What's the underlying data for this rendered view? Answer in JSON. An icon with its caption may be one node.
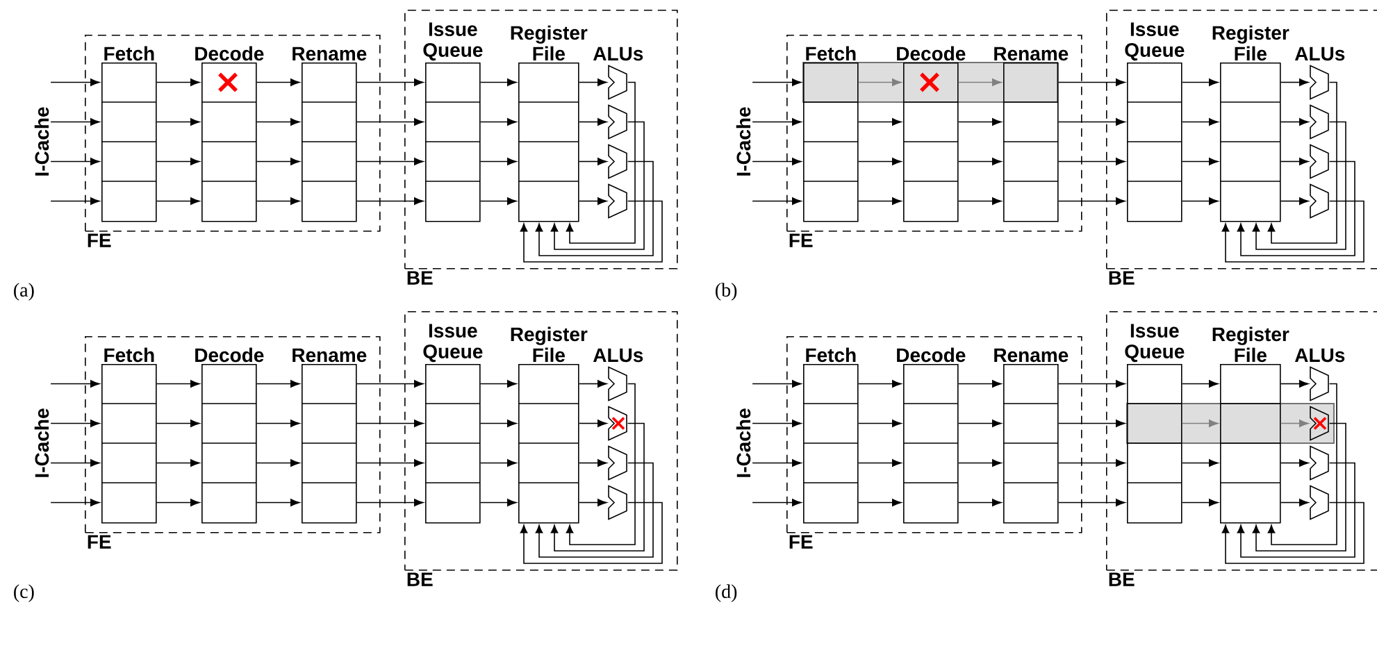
{
  "diagram": {
    "nodes": [
      {
        "text": [
          "I-Cache"
        ]
      },
      {
        "text": [
          "FE"
        ]
      },
      {
        "text": [
          "Fetch"
        ],
        "in": 1
      },
      {
        "text": [
          "Decode"
        ],
        "in": 1
      },
      {
        "text": [
          "Rename"
        ],
        "in": 1
      },
      {
        "text": [
          "BE"
        ]
      },
      {
        "text": [
          "Issue Queue"
        ],
        "in": 5
      },
      {
        "text": [
          "Register File"
        ],
        "in": 5
      },
      {
        "text": [
          "ALUs"
        ],
        "in": 5
      },
      {
        "text": [
          "I-Cache"
        ]
      },
      {
        "text": [
          "FE"
        ]
      },
      {
        "text": [
          "Fetch"
        ],
        "in": 10
      },
      {
        "text": [
          "Decode"
        ],
        "in": 10
      },
      {
        "text": [
          "Rename"
        ],
        "in": 10
      },
      {
        "text": [
          "BE"
        ]
      },
      {
        "text": [
          "Issue Queue"
        ],
        "in": 14
      },
      {
        "text": [
          "Register File"
        ],
        "in": 14
      },
      {
        "text": [
          "ALUs"
        ],
        "in": 14
      },
      {
        "text": [
          "I-Cache"
        ]
      },
      {
        "text": [
          "FE"
        ]
      },
      {
        "text": [
          "Fetch"
        ],
        "in": 19
      },
      {
        "text": [
          "Decode"
        ],
        "in": 19
      },
      {
        "text": [
          "Rename"
        ],
        "in": 19
      },
      {
        "text": [
          "BE"
        ]
      },
      {
        "text": [
          "Issue Queue"
        ],
        "in": 23
      },
      {
        "text": [
          "Register File"
        ],
        "in": 23
      },
      {
        "text": [
          "ALUs"
        ],
        "in": 23
      },
      {
        "text": [
          "I-Cache"
        ]
      },
      {
        "text": [
          "FE"
        ]
      },
      {
        "text": [
          "Fetch"
        ],
        "in": 28
      },
      {
        "text": [
          "Decode"
        ],
        "in": 28
      },
      {
        "text": [
          "Rename"
        ],
        "in": 28
      },
      {
        "text": [
          "BE"
        ]
      },
      {
        "text": [
          "Issue Queue"
        ],
        "in": 32
      },
      {
        "text": [
          "Register File"
        ],
        "in": 32
      },
      {
        "text": [
          "ALUs"
        ],
        "in": 32
      }
    ],
    "edges": [
      {
        "from": 0,
        "to": 2,
        "arrow": "to"
      },
      {
        "from": 0,
        "to": 2,
        "arrow": "to"
      },
      {
        "from": 0,
        "to": 2,
        "arrow": "to"
      },
      {
        "from": 0,
        "to": 2,
        "arrow": "to"
      },
      {
        "from": 2,
        "to": 3,
        "arrow": "to"
      },
      {
        "from": 2,
        "to": 3,
        "arrow": "to"
      },
      {
        "from": 2,
        "to": 3,
        "arrow": "to"
      },
      {
        "from": 2,
        "to": 3,
        "arrow": "to"
      },
      {
        "from": 3,
        "to": 4,
        "arrow": "to"
      },
      {
        "from": 3,
        "to": 4,
        "arrow": "to"
      },
      {
        "from": 3,
        "to": 4,
        "arrow": "to"
      },
      {
        "from": 3,
        "to": 4,
        "arrow": "to"
      },
      {
        "from": 4,
        "to": 6,
        "arrow": "to"
      },
      {
        "from": 4,
        "to": 6,
        "arrow": "to"
      },
      {
        "from": 4,
        "to": 6,
        "arrow": "to"
      },
      {
        "from": 4,
        "to": 6,
        "arrow": "to"
      },
      {
        "from": 6,
        "to": 7,
        "arrow": "to"
      },
      {
        "from": 6,
        "to": 7,
        "arrow": "to"
      },
      {
        "from": 6,
        "to": 7,
        "arrow": "to"
      },
      {
        "from": 6,
        "to": 7,
        "arrow": "to"
      },
      {
        "from": 7,
        "to": 8,
        "arrow": "to"
      },
      {
        "from": 7,
        "to": 8,
        "arrow": "to"
      },
      {
        "from": 7,
        "to": 8,
        "arrow": "to"
      },
      {
        "from": 7,
        "to": 8,
        "arrow": "to"
      },
      {
        "from": 8,
        "to": 7,
        "arrow": "to"
      },
      {
        "from": 8,
        "to": 7,
        "arrow": "to"
      },
      {
        "from": 8,
        "to": 7,
        "arrow": "to"
      },
      {
        "from": 8,
        "to": 7,
        "arrow": "to"
      },
      {
        "from": 9,
        "to": 11,
        "arrow": "to"
      },
      {
        "from": 9,
        "to": 11,
        "arrow": "to"
      },
      {
        "from": 9,
        "to": 11,
        "arrow": "to"
      },
      {
        "from": 9,
        "to": 11,
        "arrow": "to"
      },
      {
        "from": 11,
        "to": 12,
        "arrow": "to",
        "color": "#808080"
      },
      {
        "from": 11,
        "to": 12,
        "arrow": "to"
      },
      {
        "from": 11,
        "to": 12,
        "arrow": "to"
      },
      {
        "from": 11,
        "to": 12,
        "arrow": "to"
      },
      {
        "from": 12,
        "to": 13,
        "arrow": "to",
        "color": "#808080"
      },
      {
        "from": 12,
        "to": 13,
        "arrow": "to"
      },
      {
        "from": 12,
        "to": 13,
        "arrow": "to"
      },
      {
        "from": 12,
        "to": 13,
        "arrow": "to"
      },
      {
        "from": 13,
        "to": 15,
        "arrow": "to"
      },
      {
        "from": 13,
        "to": 15,
        "arrow": "to"
      },
      {
        "from": 13,
        "to": 15,
        "arrow": "to"
      },
      {
        "from": 13,
        "to": 15,
        "arrow": "to"
      },
      {
        "from": 15,
        "to": 16,
        "arrow": "to"
      },
      {
        "from": 15,
        "to": 16,
        "arrow": "to"
      },
      {
        "from": 15,
        "to": 16,
        "arrow": "to"
      },
      {
        "from": 15,
        "to": 16,
        "arrow": "to"
      },
      {
        "from": 16,
        "to": 17,
        "arrow": "to"
      },
      {
        "from": 16,
        "to": 17,
        "arrow": "to"
      },
      {
        "from": 16,
        "to": 17,
        "arrow": "to"
      },
      {
        "from": 16,
        "to": 17,
        "arrow": "to"
      },
      {
        "from": 17,
        "to": 16,
        "arrow": "to"
      },
      {
        "from": 17,
        "to": 16,
        "arrow": "to"
      },
      {
        "from": 17,
        "to": 16,
        "arrow": "to"
      },
      {
        "from": 17,
        "to": 16,
        "arrow": "to"
      },
      {
        "from": 18,
        "to": 20,
        "arrow": "to"
      },
      {
        "from": 18,
        "to": 20,
        "arrow": "to"
      },
      {
        "from": 18,
        "to": 20,
        "arrow": "to"
      },
      {
        "from": 18,
        "to": 20,
        "arrow": "to"
      },
      {
        "from": 20,
        "to": 21,
        "arrow": "to"
      },
      {
        "from": 20,
        "to": 21,
        "arrow": "to"
      },
      {
        "from": 20,
        "to": 21,
        "arrow": "to"
      },
      {
        "from": 20,
        "to": 21,
        "arrow": "to"
      },
      {
        "from": 21,
        "to": 22,
        "arrow": "to"
      },
      {
        "from": 21,
        "to": 22,
        "arrow": "to"
      },
      {
        "from": 21,
        "to": 22,
        "arrow": "to"
      },
      {
        "from": 21,
        "to": 22,
        "arrow": "to"
      },
      {
        "from": 22,
        "to": 24,
        "arrow": "to"
      },
      {
        "from": 22,
        "to": 24,
        "arrow": "to"
      },
      {
        "from": 22,
        "to": 24,
        "arrow": "to"
      },
      {
        "from": 22,
        "to": 24,
        "arrow": "to"
      },
      {
        "from": 24,
        "to": 25,
        "arrow": "to"
      },
      {
        "from": 24,
        "to": 25,
        "arrow": "to"
      },
      {
        "from": 24,
        "to": 25,
        "arrow": "to"
      },
      {
        "from": 24,
        "to": 25,
        "arrow": "to"
      },
      {
        "from": 25,
        "to": 26,
        "arrow": "to"
      },
      {
        "from": 25,
        "to": 26,
        "arrow": "to"
      },
      {
        "from": 25,
        "to": 26,
        "arrow": "to"
      },
      {
        "from": 25,
        "to": 26,
        "arrow": "to"
      },
      {
        "from": 26,
        "to": 25,
        "arrow": "to"
      },
      {
        "from": 26,
        "to": 25,
        "arrow": "to"
      },
      {
        "from": 26,
        "to": 25,
        "arrow": "to"
      },
      {
        "from": 26,
        "to": 25,
        "arrow": "to"
      },
      {
        "from": 27,
        "to": 29,
        "arrow": "to"
      },
      {
        "from": 27,
        "to": 29,
        "arrow": "to"
      },
      {
        "from": 27,
        "to": 29,
        "arrow": "to"
      },
      {
        "from": 27,
        "to": 29,
        "arrow": "to"
      },
      {
        "from": 29,
        "to": 30,
        "arrow": "to"
      },
      {
        "from": 29,
        "to": 30,
        "arrow": "to"
      },
      {
        "from": 29,
        "to": 30,
        "arrow": "to"
      },
      {
        "from": 29,
        "to": 30,
        "arrow": "to"
      },
      {
        "from": 30,
        "to": 31,
        "arrow": "to"
      },
      {
        "from": 30,
        "to": 31,
        "arrow": "to"
      },
      {
        "from": 30,
        "to": 31,
        "arrow": "to"
      },
      {
        "from": 30,
        "to": 31,
        "arrow": "to"
      },
      {
        "from": 31,
        "to": 33,
        "arrow": "to"
      },
      {
        "from": 31,
        "to": 33,
        "arrow": "to"
      },
      {
        "from": 31,
        "to": 33,
        "arrow": "to"
      },
      {
        "from": 31,
        "to": 33,
        "arrow": "to"
      },
      {
        "from": 33,
        "to": 34,
        "arrow": "to"
      },
      {
        "from": 33,
        "to": 34,
        "arrow": "to",
        "color": "#808080"
      },
      {
        "from": 33,
        "to": 34,
        "arrow": "to"
      },
      {
        "from": 33,
        "to": 34,
        "arrow": "to"
      },
      {
        "from": 34,
        "to": 35,
        "arrow": "to"
      },
      {
        "from": 34,
        "to": 35,
        "arrow": "to",
        "color": "#808080"
      },
      {
        "from": 34,
        "to": 35,
        "arrow": "to"
      },
      {
        "from": 34,
        "to": 35,
        "arrow": "to"
      },
      {
        "from": 35,
        "to": 34,
        "arrow": "to"
      },
      {
        "from": 35,
        "to": 34,
        "arrow": "to"
      },
      {
        "from": 35,
        "to": 34,
        "arrow": "to"
      },
      {
        "from": 35,
        "to": 34,
        "arrow": "to"
      }
    ],
    "labels": [
      "(a)",
      "(b)",
      "(c)",
      "(d)"
    ]
  }
}
